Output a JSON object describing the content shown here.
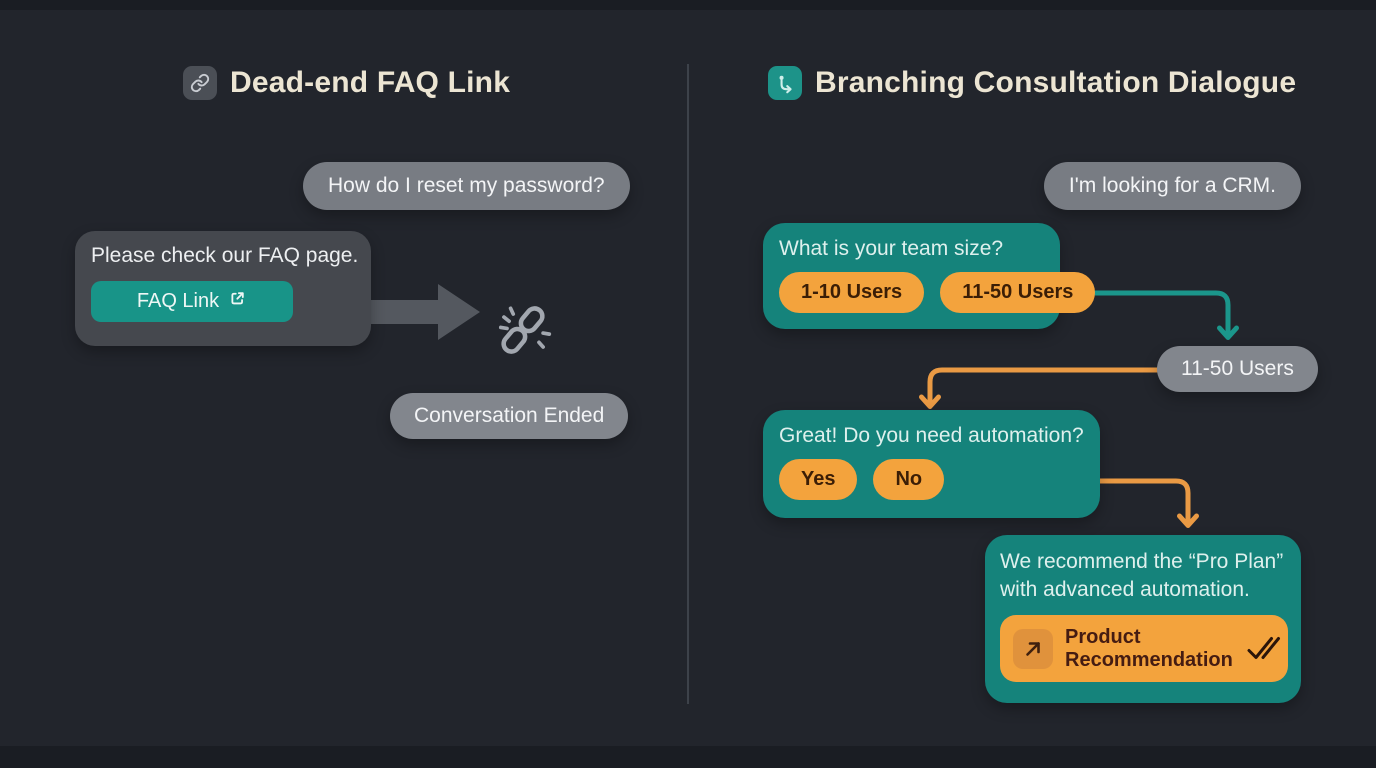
{
  "colors": {
    "background": "#22252c",
    "teal_bubble": "#15837b",
    "teal_bright": "#1b968b",
    "orange": "#f3a33d",
    "orange_connector": "#ea9a44",
    "gray_bubble": "#787c83",
    "gray_bubble_light": "#82868d",
    "dark_bubble": "#45484e",
    "title_text": "#ece5d3",
    "dark_text_on_orange": "#3b1e06",
    "arrow_gray": "#54585f"
  },
  "left_panel": {
    "title": "Dead-end FAQ Link",
    "user_message": "How do I reset my password?",
    "bot_message": "Please check our FAQ page.",
    "faq_button_label": "FAQ Link",
    "end_status": "Conversation Ended"
  },
  "right_panel": {
    "title": "Branching Consultation Dialogue",
    "user_message": "I'm looking for a CRM.",
    "question_team": {
      "text": "What is your team size?",
      "options": [
        "1-10 Users",
        "11-50 Users"
      ]
    },
    "selected_option": "11-50 Users",
    "question_automation": {
      "text": "Great! Do you need automation?",
      "options": [
        "Yes",
        "No"
      ]
    },
    "recommendation": {
      "line1": "We recommend the “Pro Plan”",
      "line2": "with advanced automation.",
      "card_line1": "Product",
      "card_line2": "Recommendation"
    }
  }
}
